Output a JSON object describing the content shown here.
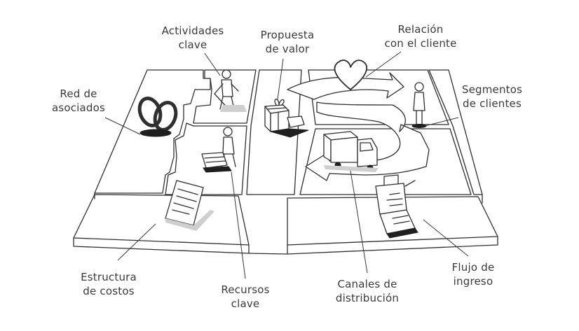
{
  "labels": {
    "red_asociados": [
      "Red de",
      "asociados"
    ],
    "actividades_clave": [
      "Actividades",
      "clave"
    ],
    "propuesta_valor": [
      "Propuesta",
      "de valor"
    ],
    "relacion_cliente": [
      "Relación",
      "con el cliente"
    ],
    "segmentos_clientes": [
      "Segmentos",
      "de clientes"
    ],
    "estructura_costos": [
      "Estructura",
      "de costos"
    ],
    "recursos_clave": [
      "Recursos",
      "clave"
    ],
    "canales_distribucion": [
      "Canales de",
      "distribución"
    ],
    "flujo_ingreso": [
      "Flujo de",
      "ingreso"
    ]
  },
  "icons": {
    "red_asociados": "linked-rings-icon",
    "actividades_clave": "worker-icon",
    "propuesta_valor": "gift-box-icon",
    "relacion_cliente": "heart-icon",
    "segmentos_clientes": "person-icon",
    "recursos_clave": "person-with-cart-icon",
    "estructura_costos": "bill-document-icon",
    "canales_distribucion": "delivery-truck-icon",
    "flujo_ingreso": "cash-register-icon"
  }
}
